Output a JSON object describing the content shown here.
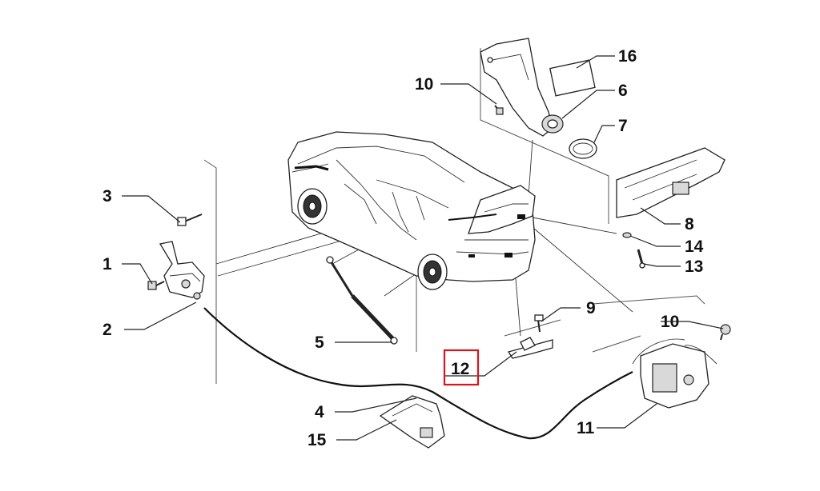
{
  "diagram": {
    "highlight_color": "#d9141c",
    "highlighted_part": "12",
    "callouts": [
      {
        "id": "c1",
        "label": "1"
      },
      {
        "id": "c2",
        "label": "2"
      },
      {
        "id": "c3",
        "label": "3"
      },
      {
        "id": "c4",
        "label": "4"
      },
      {
        "id": "c5",
        "label": "5"
      },
      {
        "id": "c6",
        "label": "6"
      },
      {
        "id": "c7",
        "label": "7"
      },
      {
        "id": "c8",
        "label": "8"
      },
      {
        "id": "c9",
        "label": "9"
      },
      {
        "id": "c10a",
        "label": "10"
      },
      {
        "id": "c10b",
        "label": "10"
      },
      {
        "id": "c11",
        "label": "11"
      },
      {
        "id": "c12",
        "label": "12"
      },
      {
        "id": "c13",
        "label": "13"
      },
      {
        "id": "c14",
        "label": "14"
      },
      {
        "id": "c15",
        "label": "15"
      },
      {
        "id": "c16",
        "label": "16"
      }
    ]
  }
}
